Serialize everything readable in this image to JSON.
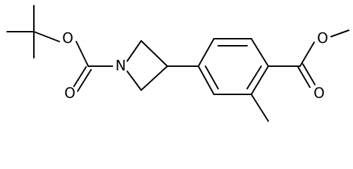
{
  "molecule": {
    "atoms": {
      "ester_o_left": "O",
      "carbonyl_o_left": "O",
      "azetidine_n": "N",
      "carbonyl_o_right": "O",
      "ester_o_right": "O"
    }
  }
}
